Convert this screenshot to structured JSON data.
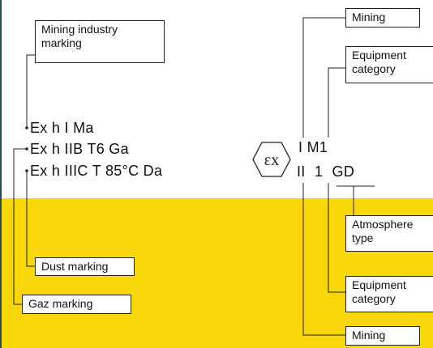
{
  "colors": {
    "band": "#f8d70b",
    "line": "#222222",
    "left_rule": "#1f4e57"
  },
  "callouts": {
    "mining_industry": "Mining industry marking",
    "dust": "Dust marking",
    "gaz": "Gaz marking",
    "mining_top": "Mining",
    "equipment_category_top": "Equipment category",
    "atmosphere_type": "Atmosphere type",
    "equipment_category_bottom": "Equipment category",
    "mining_bottom": "Mining"
  },
  "ex_markings": [
    "Ex h I Ma",
    "Ex h IIB T6 Ga",
    "Ex h IIIC T 85°C Da"
  ],
  "atex": {
    "symbol": "ex-hexagon-icon",
    "line1": "I M1",
    "line2": "II 1 GD"
  }
}
